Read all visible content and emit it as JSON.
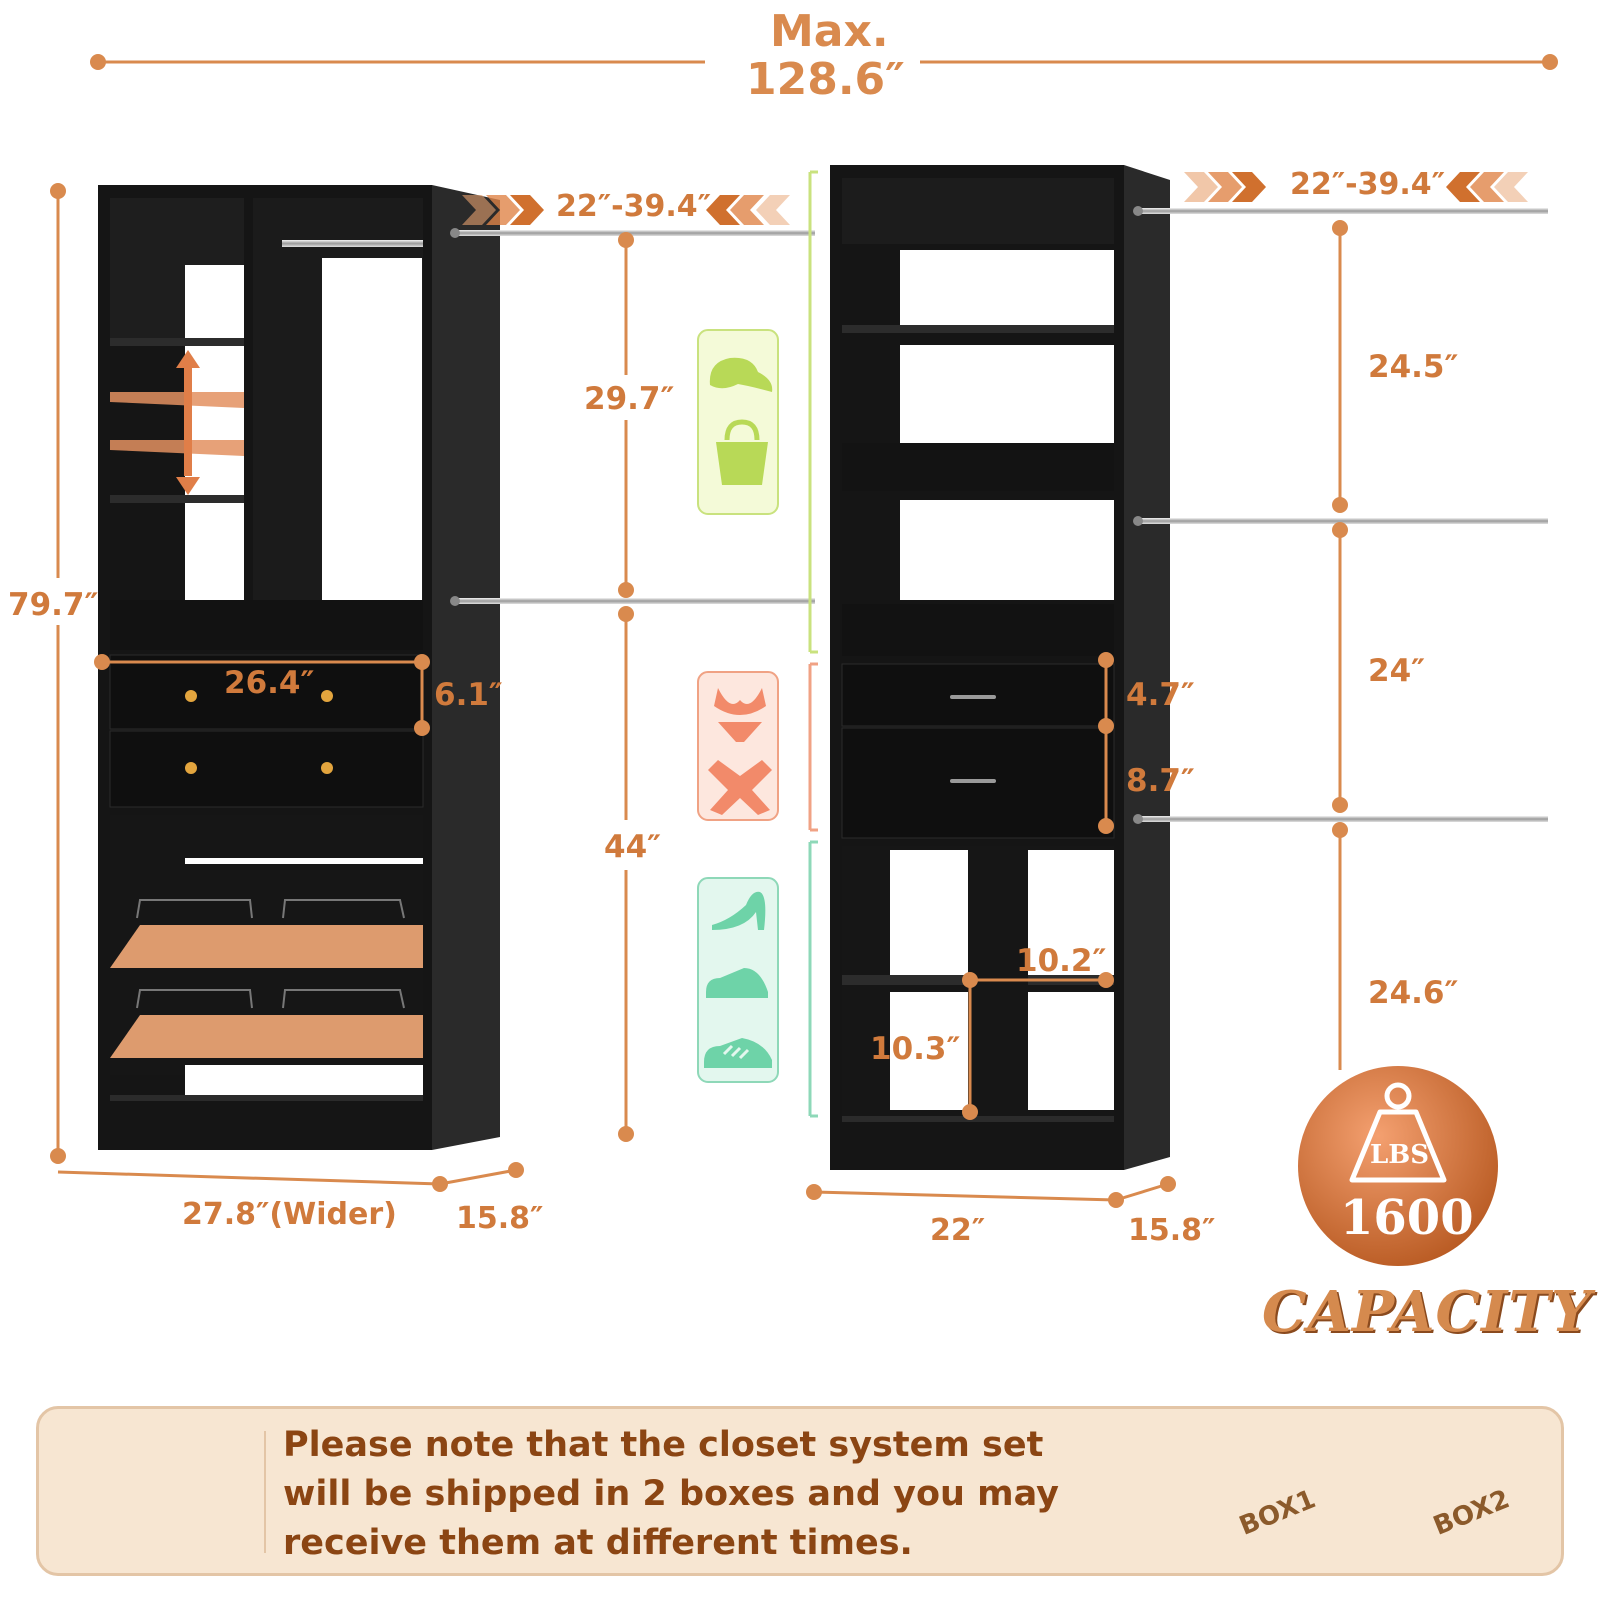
{
  "header": {
    "max_label": "Max.",
    "max_value": "128.6″"
  },
  "left_tower": {
    "height": "79.7″",
    "rod_extension": "22″-39.4″",
    "upper_gap": "29.7″",
    "lower_gap": "44″",
    "drawer_width": "26.4″",
    "drawer_height": "6.1″",
    "width": "27.8″(Wider)",
    "depth": "15.8″"
  },
  "right_tower": {
    "rod_extension": "22″-39.4″",
    "gap_top": "24.5″",
    "gap_middle": "24″",
    "gap_bottom": "24.6″",
    "drawer_top": "4.7″",
    "drawer_bottom": "8.7″",
    "cubby_width": "10.2″",
    "cubby_height": "10.3″",
    "width": "22″",
    "depth": "15.8″"
  },
  "capacity": {
    "unit": "LBS",
    "value": "1600",
    "label": "CAPACITY"
  },
  "notice": {
    "text": "Please note that the closet system set will be shipped in 2 boxes and you may receive them at different times.",
    "box1": "BOX1",
    "box2": "BOX2"
  },
  "colors": {
    "accent": "#D07A3C",
    "furniture": "#151515",
    "notice_bg": "#F7E6D2",
    "notice_text": "#8B4513",
    "icon_green": "#B8D957",
    "icon_salmon": "#F28A6A",
    "icon_teal": "#6ED3A8"
  },
  "icons": [
    "hat-icon",
    "handbag-icon",
    "bikini-icon",
    "scarf-icon",
    "high-heel-icon",
    "dress-shoe-icon",
    "sneaker-icon",
    "weight-icon",
    "warning-icon",
    "box-icon"
  ]
}
